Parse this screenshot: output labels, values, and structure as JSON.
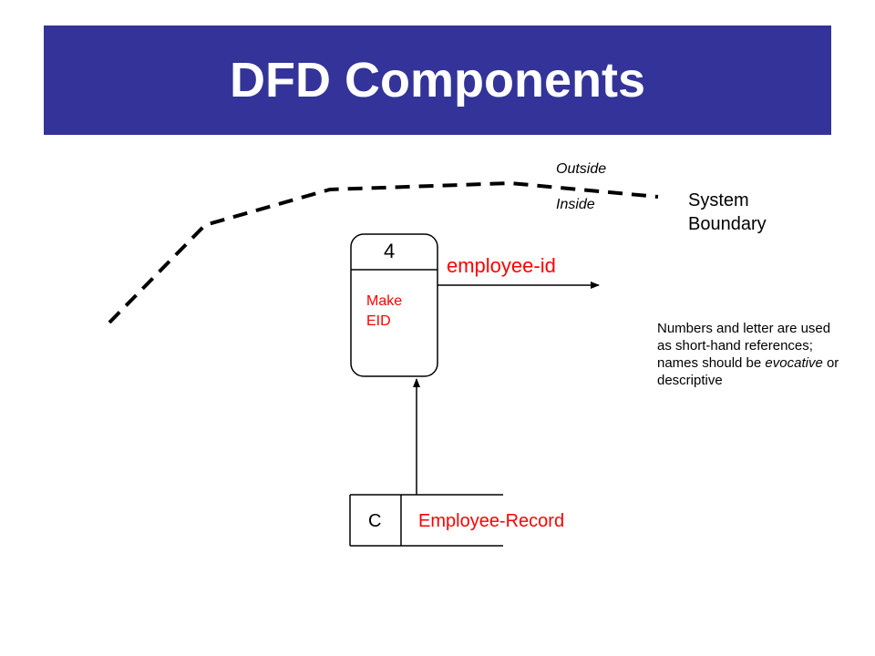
{
  "title": "DFD Components",
  "boundary": {
    "outside_label": "Outside",
    "inside_label": "Inside",
    "name_line1": "System",
    "name_line2": "Boundary"
  },
  "process": {
    "number": "4",
    "name_line1": "Make",
    "name_line2": "EID"
  },
  "flow": {
    "label": "employee-id"
  },
  "data_store": {
    "id": "C",
    "name": "Employee-Record"
  },
  "note": {
    "part1": "Numbers and letter are used as short-hand references; names should be ",
    "emphasis": "evocative",
    "part2": " or descriptive"
  },
  "colors": {
    "title_bg": "#333399",
    "title_text": "#ffffff",
    "name_text": "#ff0000"
  }
}
